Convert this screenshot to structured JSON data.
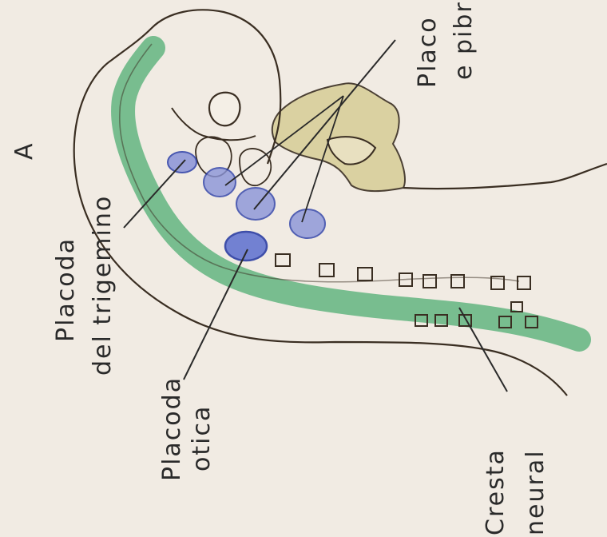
{
  "panel": {
    "letter": "A"
  },
  "labels": {
    "trigeminal_line1": "Placoda",
    "trigeminal_line2": "del trigemino",
    "otic_line1": "Placoda",
    "otic_line2": "otica",
    "crest_line1": "Cresta",
    "crest_line2": "neural",
    "epibranchial_line1": "Placo",
    "epibranchial_line2": "e pibr"
  },
  "colors": {
    "paper": "#f1ebe3",
    "outline": "#3a2e22",
    "neural_crest": "#4fae73",
    "placode_fill": "#8a94d8",
    "placode_stroke": "#2b3ea8",
    "gut": "#d8cf9a"
  }
}
